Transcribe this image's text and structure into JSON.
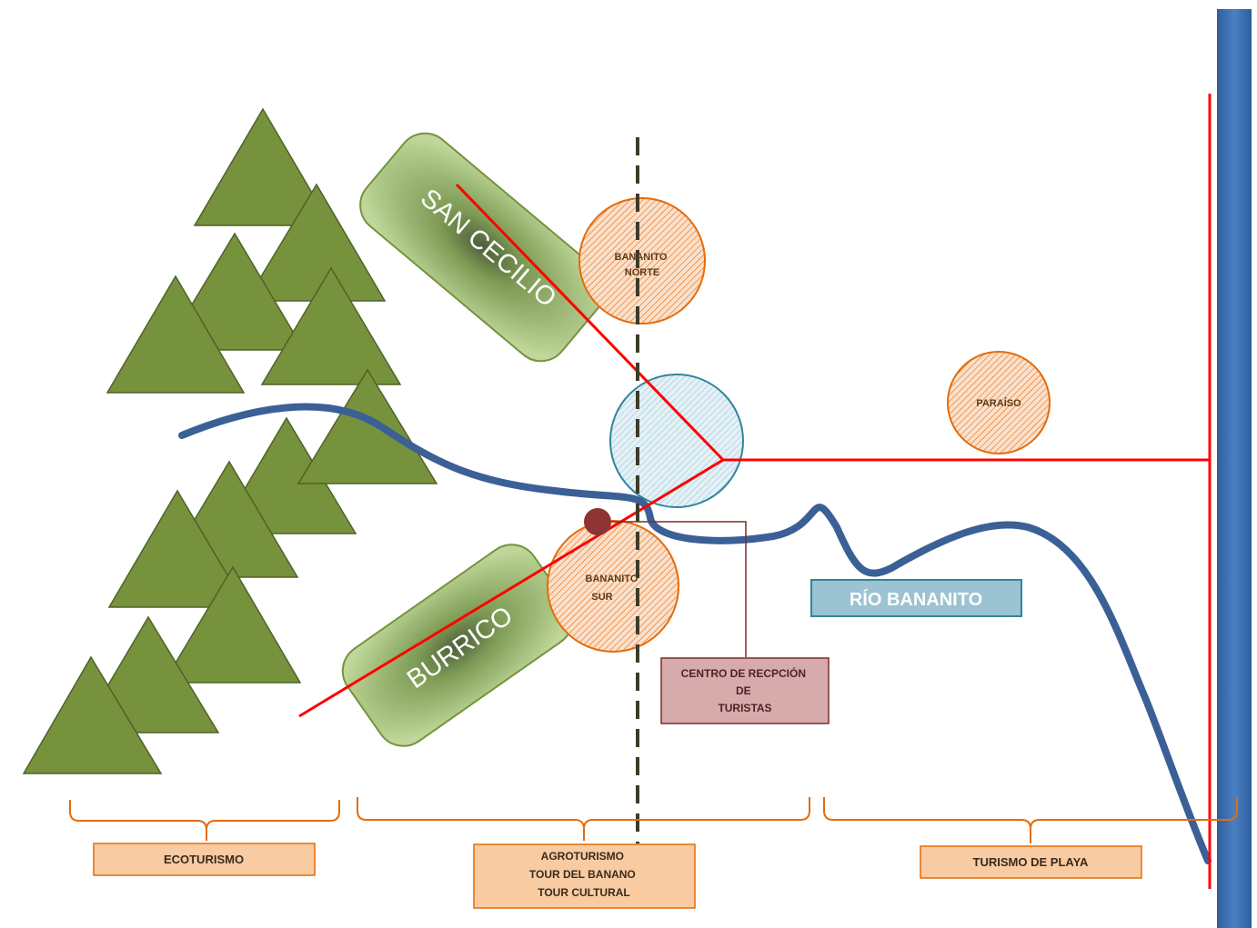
{
  "zones": {
    "ecoturismo": "ECOTURISMO",
    "agroturismo": [
      "AGROTURISMO",
      "TOUR DEL BANANO",
      "TOUR CULTURAL"
    ],
    "playa": "TURISMO DE PLAYA"
  },
  "places": {
    "san_cecilio": "SAN CECILIO",
    "burrico": "BURRICO",
    "bananito_norte": [
      "BANANITO",
      "NORTE"
    ],
    "bananito_sur": [
      "BANANITO",
      "SUR"
    ],
    "paraiso": "PARAÍSO"
  },
  "river_label": "RÍO BANANITO",
  "reception": [
    "CENTRO DE RECPCIÓN",
    "DE",
    "TURISTAS"
  ],
  "colors": {
    "forest": "#76923C",
    "forest_stroke": "#4F6228",
    "river": "#3B6096",
    "road": "#FF0000",
    "village_fill": "#F7C7A6",
    "village_stroke": "#E46C0A",
    "zone_box": "#F8CBA2",
    "reception_box": "#D7ABAB",
    "river_label_box": "#9BC3D1",
    "sea": "#3D72B5"
  }
}
